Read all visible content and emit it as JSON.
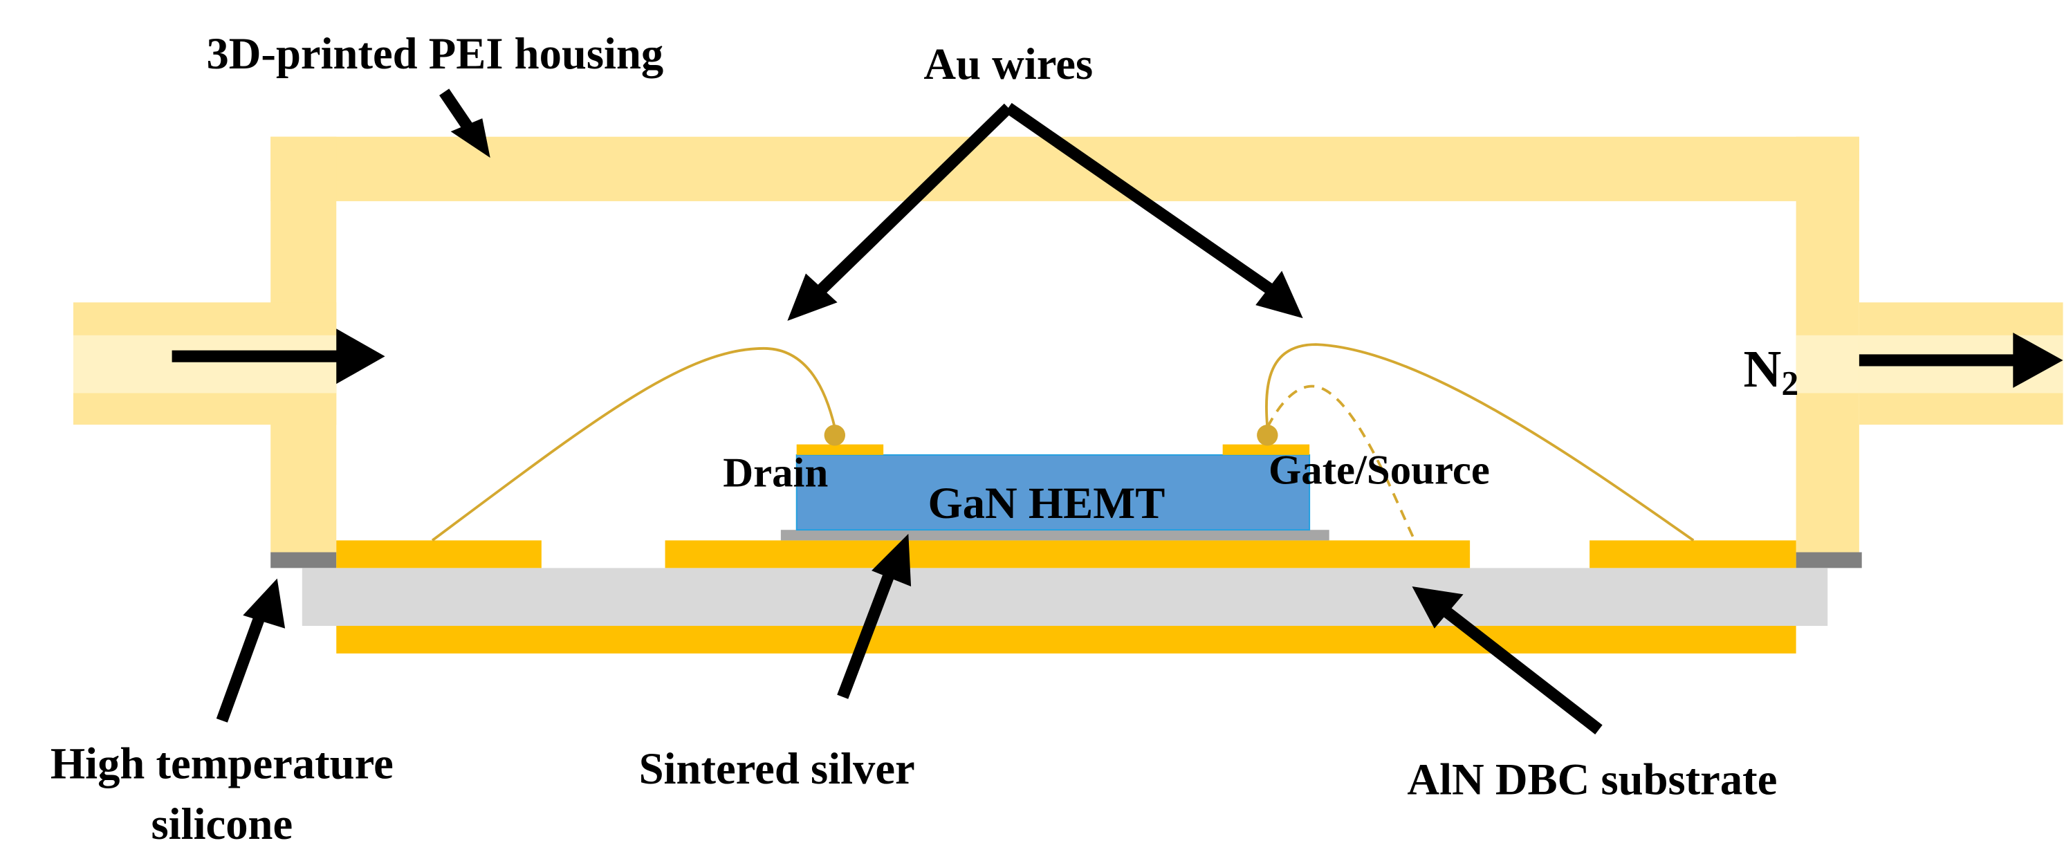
{
  "labels": {
    "housing": "3D-printed PEI housing",
    "au_wires": "Au wires",
    "drain": "Drain",
    "gan_hemt": "GaN HEMT",
    "gate_source": "Gate/Source",
    "n2_main": "N",
    "n2_sub": "2",
    "silicone_line1": "High temperature",
    "silicone_line2": "silicone",
    "sintered_silver": "Sintered silver",
    "aln_substrate": "AlN DBC substrate"
  },
  "colors": {
    "housing": "#FFE699",
    "housing_channel": "#FFF2C4",
    "copper": "#FFC000",
    "substrate": "#D9D9D9",
    "silicone": "#808080",
    "sintered_silver": "#A6A6A6",
    "gan": "#5B9BD5",
    "au_wire": "#D4A830"
  }
}
